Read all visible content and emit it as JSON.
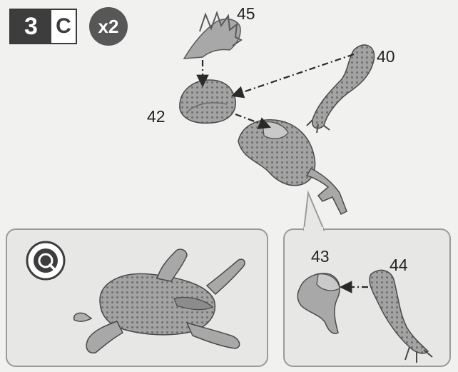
{
  "step": {
    "number": "3",
    "letter": "C",
    "quantity": "x2"
  },
  "parts": {
    "p45": "45",
    "p40": "40",
    "p42": "42",
    "p43": "43",
    "p44": "44"
  },
  "colors": {
    "dark": "#3d3d3d",
    "part_fill": "#9c9c9c",
    "panel_bg": "#e7e7e5"
  },
  "icons": {
    "magnify": "magnify-icon"
  }
}
